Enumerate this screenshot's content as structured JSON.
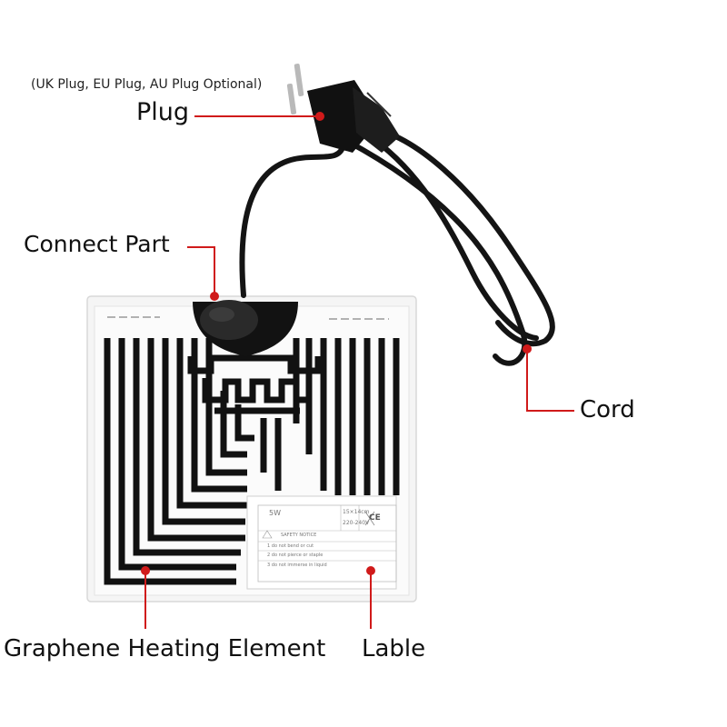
{
  "labels": {
    "plug_options_note": "(UK Plug, EU Plug, AU Plug Optional)",
    "plug": "Plug",
    "connect_part": "Connect Part",
    "cord": "Cord",
    "heating_element": "Graphene Heating Element",
    "label": "Lable"
  },
  "product_label": {
    "wattage": "5W",
    "size": "15×14cm",
    "voltage": "220-240V",
    "certification": "CE",
    "notice_title": "SAFETY NOTICE",
    "rules": [
      "1  do not bend or cut",
      "2  do not pierce or staple",
      "3  do not immerse in liquid"
    ]
  },
  "colors": {
    "callout": "#d01a1a",
    "element_trace": "#111111",
    "cord": "#141414",
    "panel": "#f3f3f3"
  }
}
